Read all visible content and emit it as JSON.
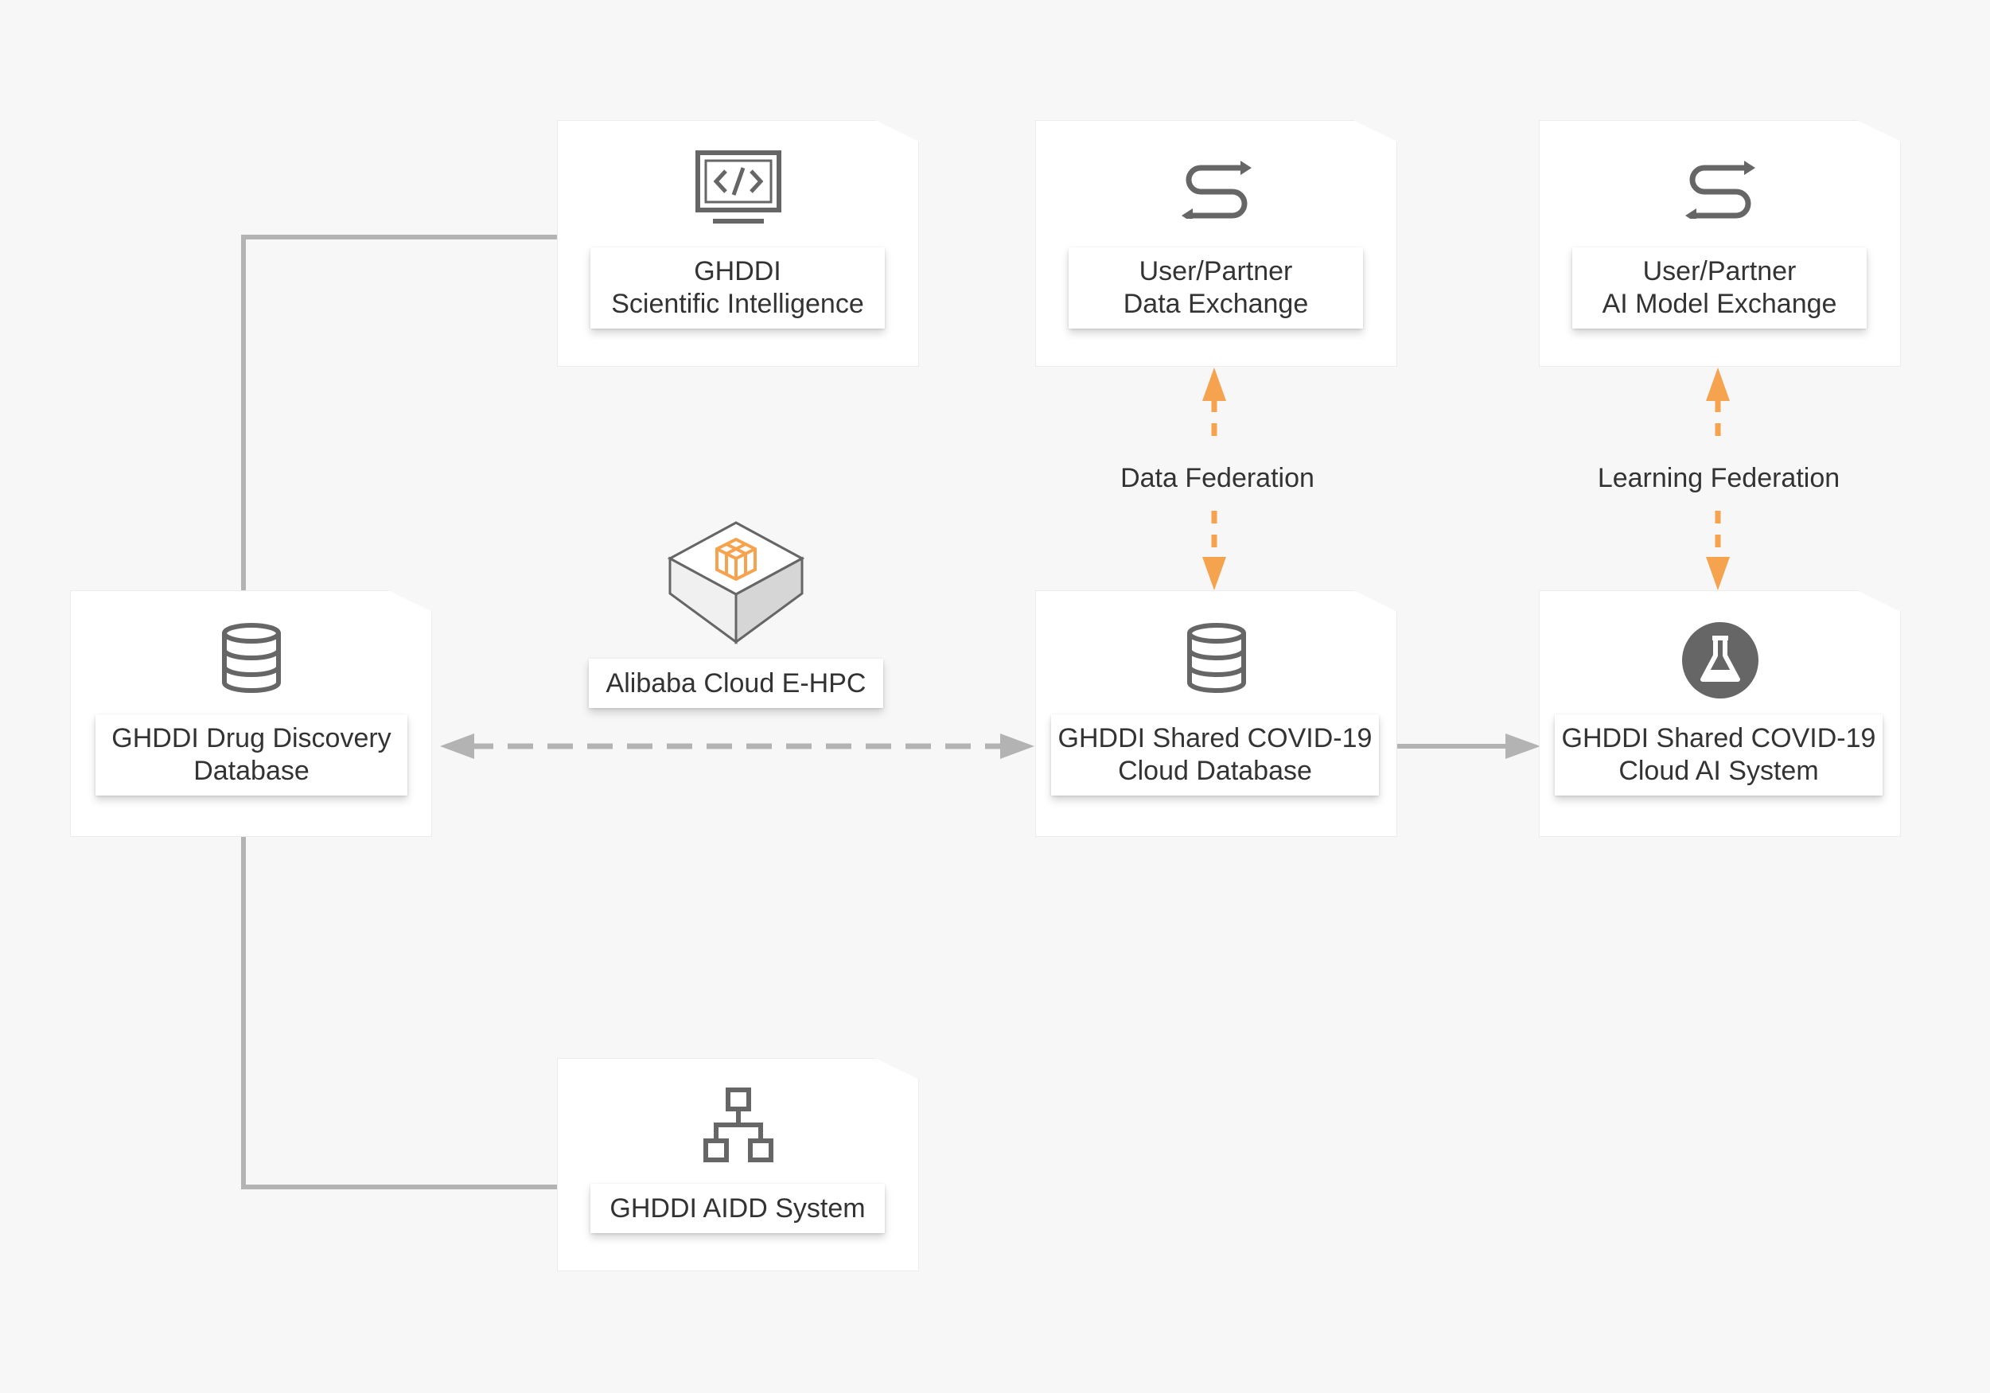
{
  "colors": {
    "background": "#f7f7f7",
    "card": "#ffffff",
    "connector": "#b3b3b3",
    "federation_arrow": "#f5a34e",
    "icon": "#666666",
    "hpc_accent": "#f5a34e"
  },
  "nodes": {
    "scientific_intelligence": {
      "label": "GHDDI\nScientific Intelligence",
      "icon": "code-monitor-icon"
    },
    "data_exchange": {
      "label": "User/Partner\nData Exchange",
      "icon": "exchange-arrows-icon"
    },
    "model_exchange": {
      "label": "User/Partner\nAI Model Exchange",
      "icon": "exchange-arrows-icon"
    },
    "drug_discovery_db": {
      "label": "GHDDI Drug Discovery\nDatabase",
      "icon": "database-icon"
    },
    "covid_cloud_db": {
      "label": "GHDDI Shared COVID-19\nCloud Database",
      "icon": "database-icon"
    },
    "covid_ai_system": {
      "label": "GHDDI Shared COVID-19\nCloud AI System",
      "icon": "flask-icon"
    },
    "aidd_system": {
      "label": "GHDDI AIDD System",
      "icon": "hierarchy-icon"
    }
  },
  "hpc": {
    "label": "Alibaba Cloud E-HPC",
    "icon": "e-hpc-cube-icon"
  },
  "edges": {
    "data_federation": "Data Federation",
    "learning_federation": "Learning Federation"
  }
}
